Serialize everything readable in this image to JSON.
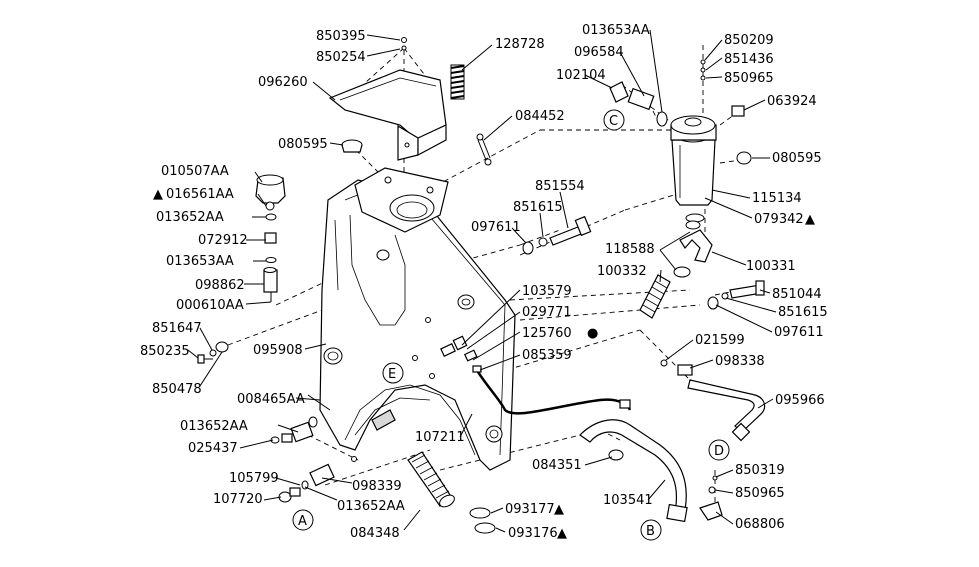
{
  "diagram": {
    "type": "exploded-parts-view",
    "callouts": {
      "c850395": "850395",
      "c850254": "850254",
      "c128728": "128728",
      "c096260": "096260",
      "c084452": "084452",
      "c080595a": "080595",
      "c010507AA": "010507AA",
      "c016561AA": "016561AA",
      "c013652AA_a": "013652AA",
      "c072912": "072912",
      "c013653AA_a": "013653AA",
      "c098862": "098862",
      "c000610AA": "000610AA",
      "c851647": "851647",
      "c850235": "850235",
      "c850478": "850478",
      "c095908": "095908",
      "c008465AA": "008465AA",
      "c013652AA_b": "013652AA",
      "c025437": "025437",
      "c105799": "105799",
      "c107720": "107720",
      "c098339": "098339",
      "c013652AA_c": "013652AA",
      "c084348": "084348",
      "c107211": "107211",
      "c093177": "093177",
      "c093176": "093176",
      "c084351": "084351",
      "c103541": "103541",
      "c103579": "103579",
      "c029771": "029771",
      "c125760": "125760",
      "c085359": "085359",
      "c851554": "851554",
      "c851615a": "851615",
      "c097611a": "097611",
      "c013653AA_b": "013653AA",
      "c096584": "096584",
      "c102104": "102104",
      "c850209": "850209",
      "c851436": "851436",
      "c850965a": "850965",
      "c063924": "063924",
      "c080595b": "080595",
      "c115134": "115134",
      "c079342": "079342",
      "c118588": "118588",
      "c100332": "100332",
      "c100331": "100331",
      "c851044": "851044",
      "c851615b": "851615",
      "c097611b": "097611",
      "c021599": "021599",
      "c098338": "098338",
      "c095966": "095966",
      "c850319": "850319",
      "c850965b": "850965",
      "c068806": "068806"
    },
    "markers": {
      "A": "A",
      "B": "B",
      "C": "C",
      "D": "D",
      "E": "E"
    },
    "symbols": {
      "triangle": "▲",
      "dot": "●"
    }
  }
}
